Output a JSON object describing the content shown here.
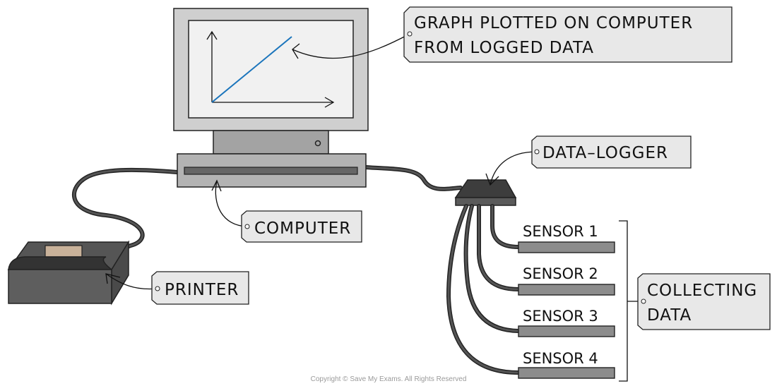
{
  "labels": {
    "graph_line1": "GRAPH PLOTTED ON COMPUTER",
    "graph_line2": "FROM LOGGED DATA",
    "data_logger": "DATA–LOGGER",
    "computer": "COMPUTER",
    "printer": "PRINTER",
    "collecting_line1": "COLLECTING",
    "collecting_line2": "DATA"
  },
  "sensors": [
    "SENSOR 1",
    "SENSOR 2",
    "SENSOR 3",
    "SENSOR 4"
  ],
  "copyright": "Copyright © Save My Exams. All Rights Reserved",
  "colors": {
    "graph_line": "#1b75bc",
    "monitor": "#cfcfcf",
    "screen": "#f1f1f1",
    "device_dark": "#3d3d3d",
    "sensor": "#8c8c8c",
    "tag": "#e8e8e8"
  }
}
